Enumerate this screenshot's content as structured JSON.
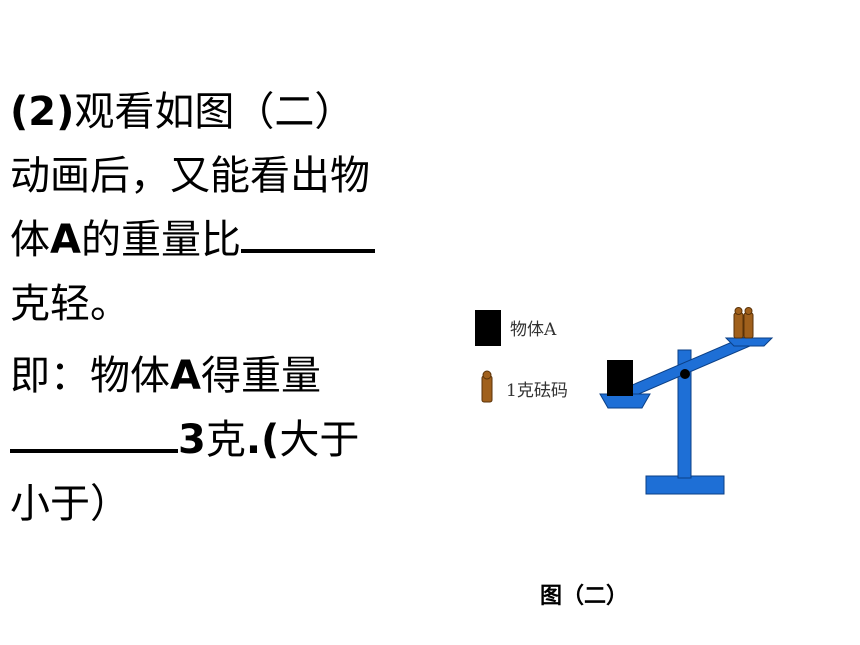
{
  "question": {
    "line1_num": "(2)",
    "line1_text": "观看如图（二）",
    "line2": "动画后，又能看出物",
    "line3_a": "体",
    "line3_b": "A",
    "line3_c": "的重量比",
    "line4": "克轻。",
    "line5_a": "即：物体",
    "line5_b": "A",
    "line5_c": "得重量",
    "line6_a": "3",
    "line6_b": "克",
    "line6_c": ".(",
    "line6_d": "大于",
    "line7": "小于）"
  },
  "figure": {
    "legend_object_label": "物体A",
    "legend_weight_label": "1克砝码",
    "caption": "图（二）",
    "colors": {
      "beam": "#1e6fd6",
      "object": "#000000",
      "weight": "#a0601c"
    }
  }
}
